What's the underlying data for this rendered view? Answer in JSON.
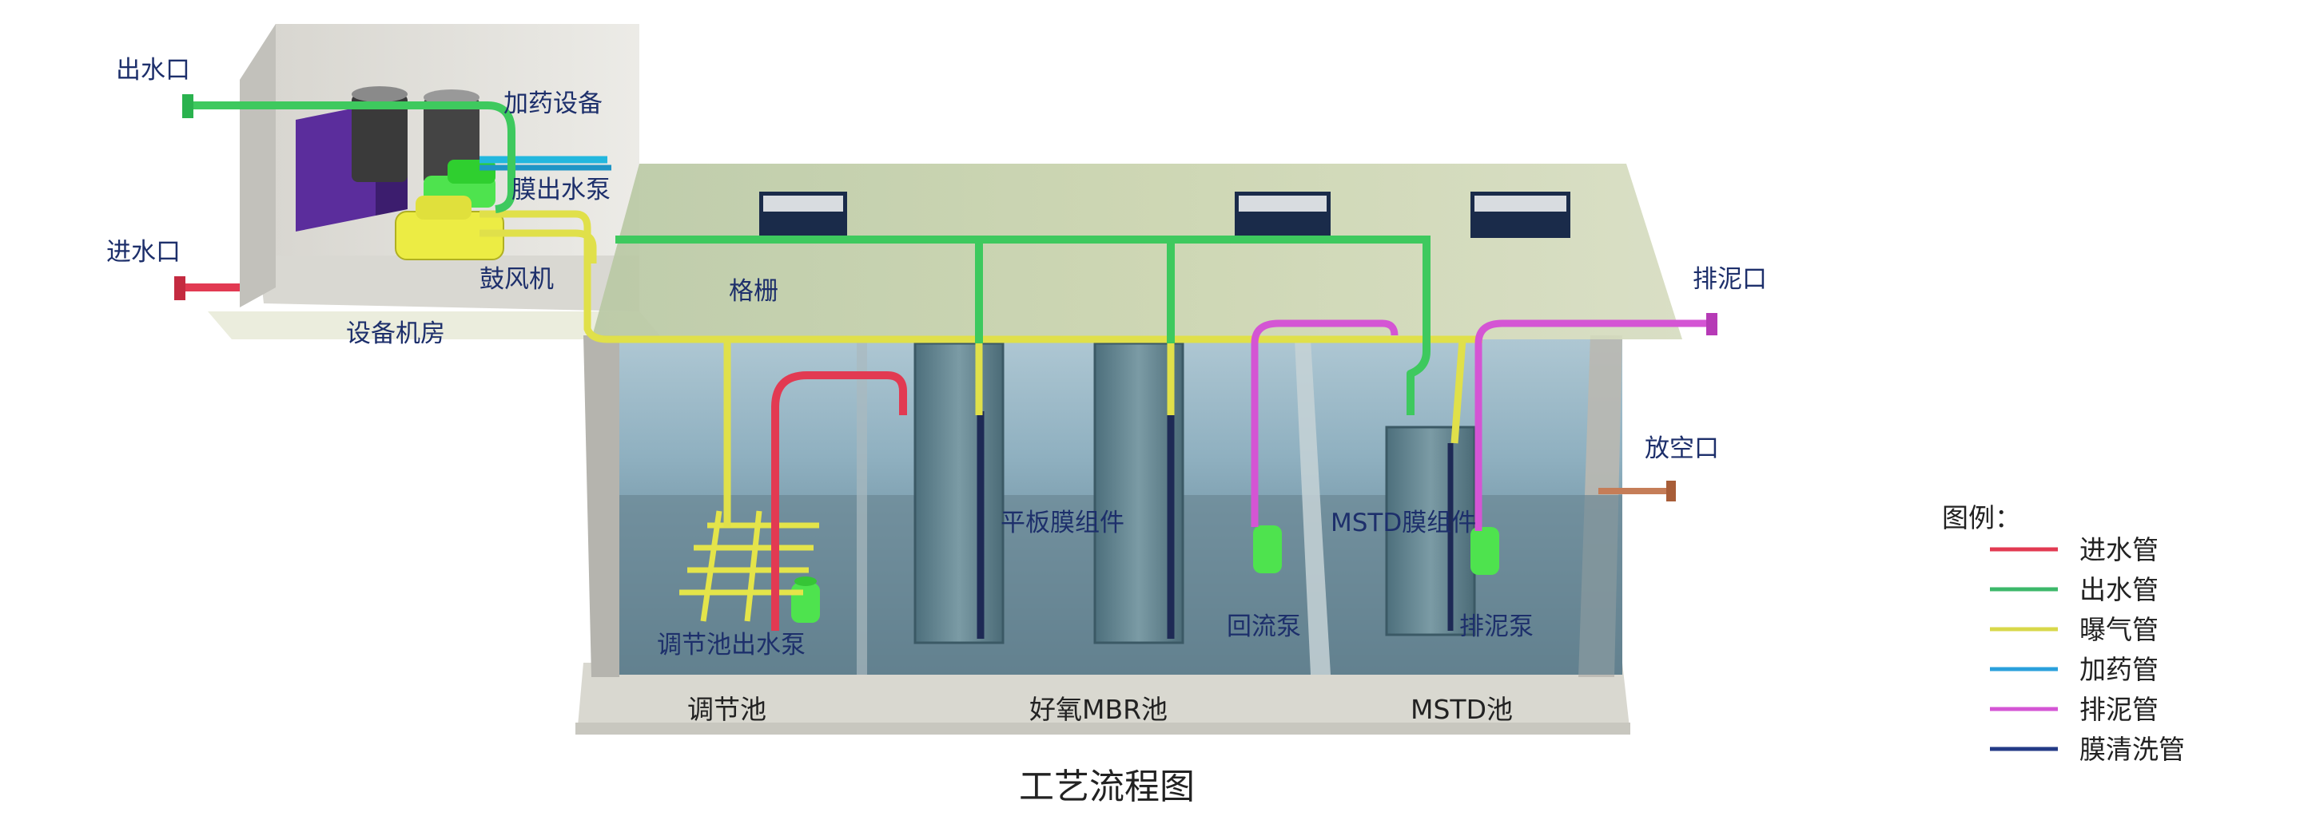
{
  "labels": {
    "outlet": "出水口",
    "inlet": "进水口",
    "dosing": "加药设备",
    "membrane_pump": "膜出水泵",
    "blower": "鼓风机",
    "equipment_room": "设备机房",
    "grille": "格栅",
    "sludge_outlet": "排泥口",
    "vent": "放空口",
    "flat_membrane": "平板膜组件",
    "mstd_membrane": "MSTD膜组件",
    "return_pump": "回流泵",
    "sludge_pump": "排泥泵",
    "adj_pump": "调节池出水泵",
    "adj_tank": "调节池",
    "mbr_tank": "好氧MBR池",
    "mstd_tank": "MSTD池",
    "title": "工艺流程图"
  },
  "legend": {
    "title": "图例：",
    "items": [
      {
        "label": "进水管",
        "color": "#e23a52"
      },
      {
        "label": "出水管",
        "color": "#3cb86a"
      },
      {
        "label": "曝气管",
        "color": "#d8d84a"
      },
      {
        "label": "加药管",
        "color": "#2aa0dc"
      },
      {
        "label": "排泥管",
        "color": "#d455d4"
      },
      {
        "label": "膜清洗管",
        "color": "#233a86"
      }
    ]
  }
}
